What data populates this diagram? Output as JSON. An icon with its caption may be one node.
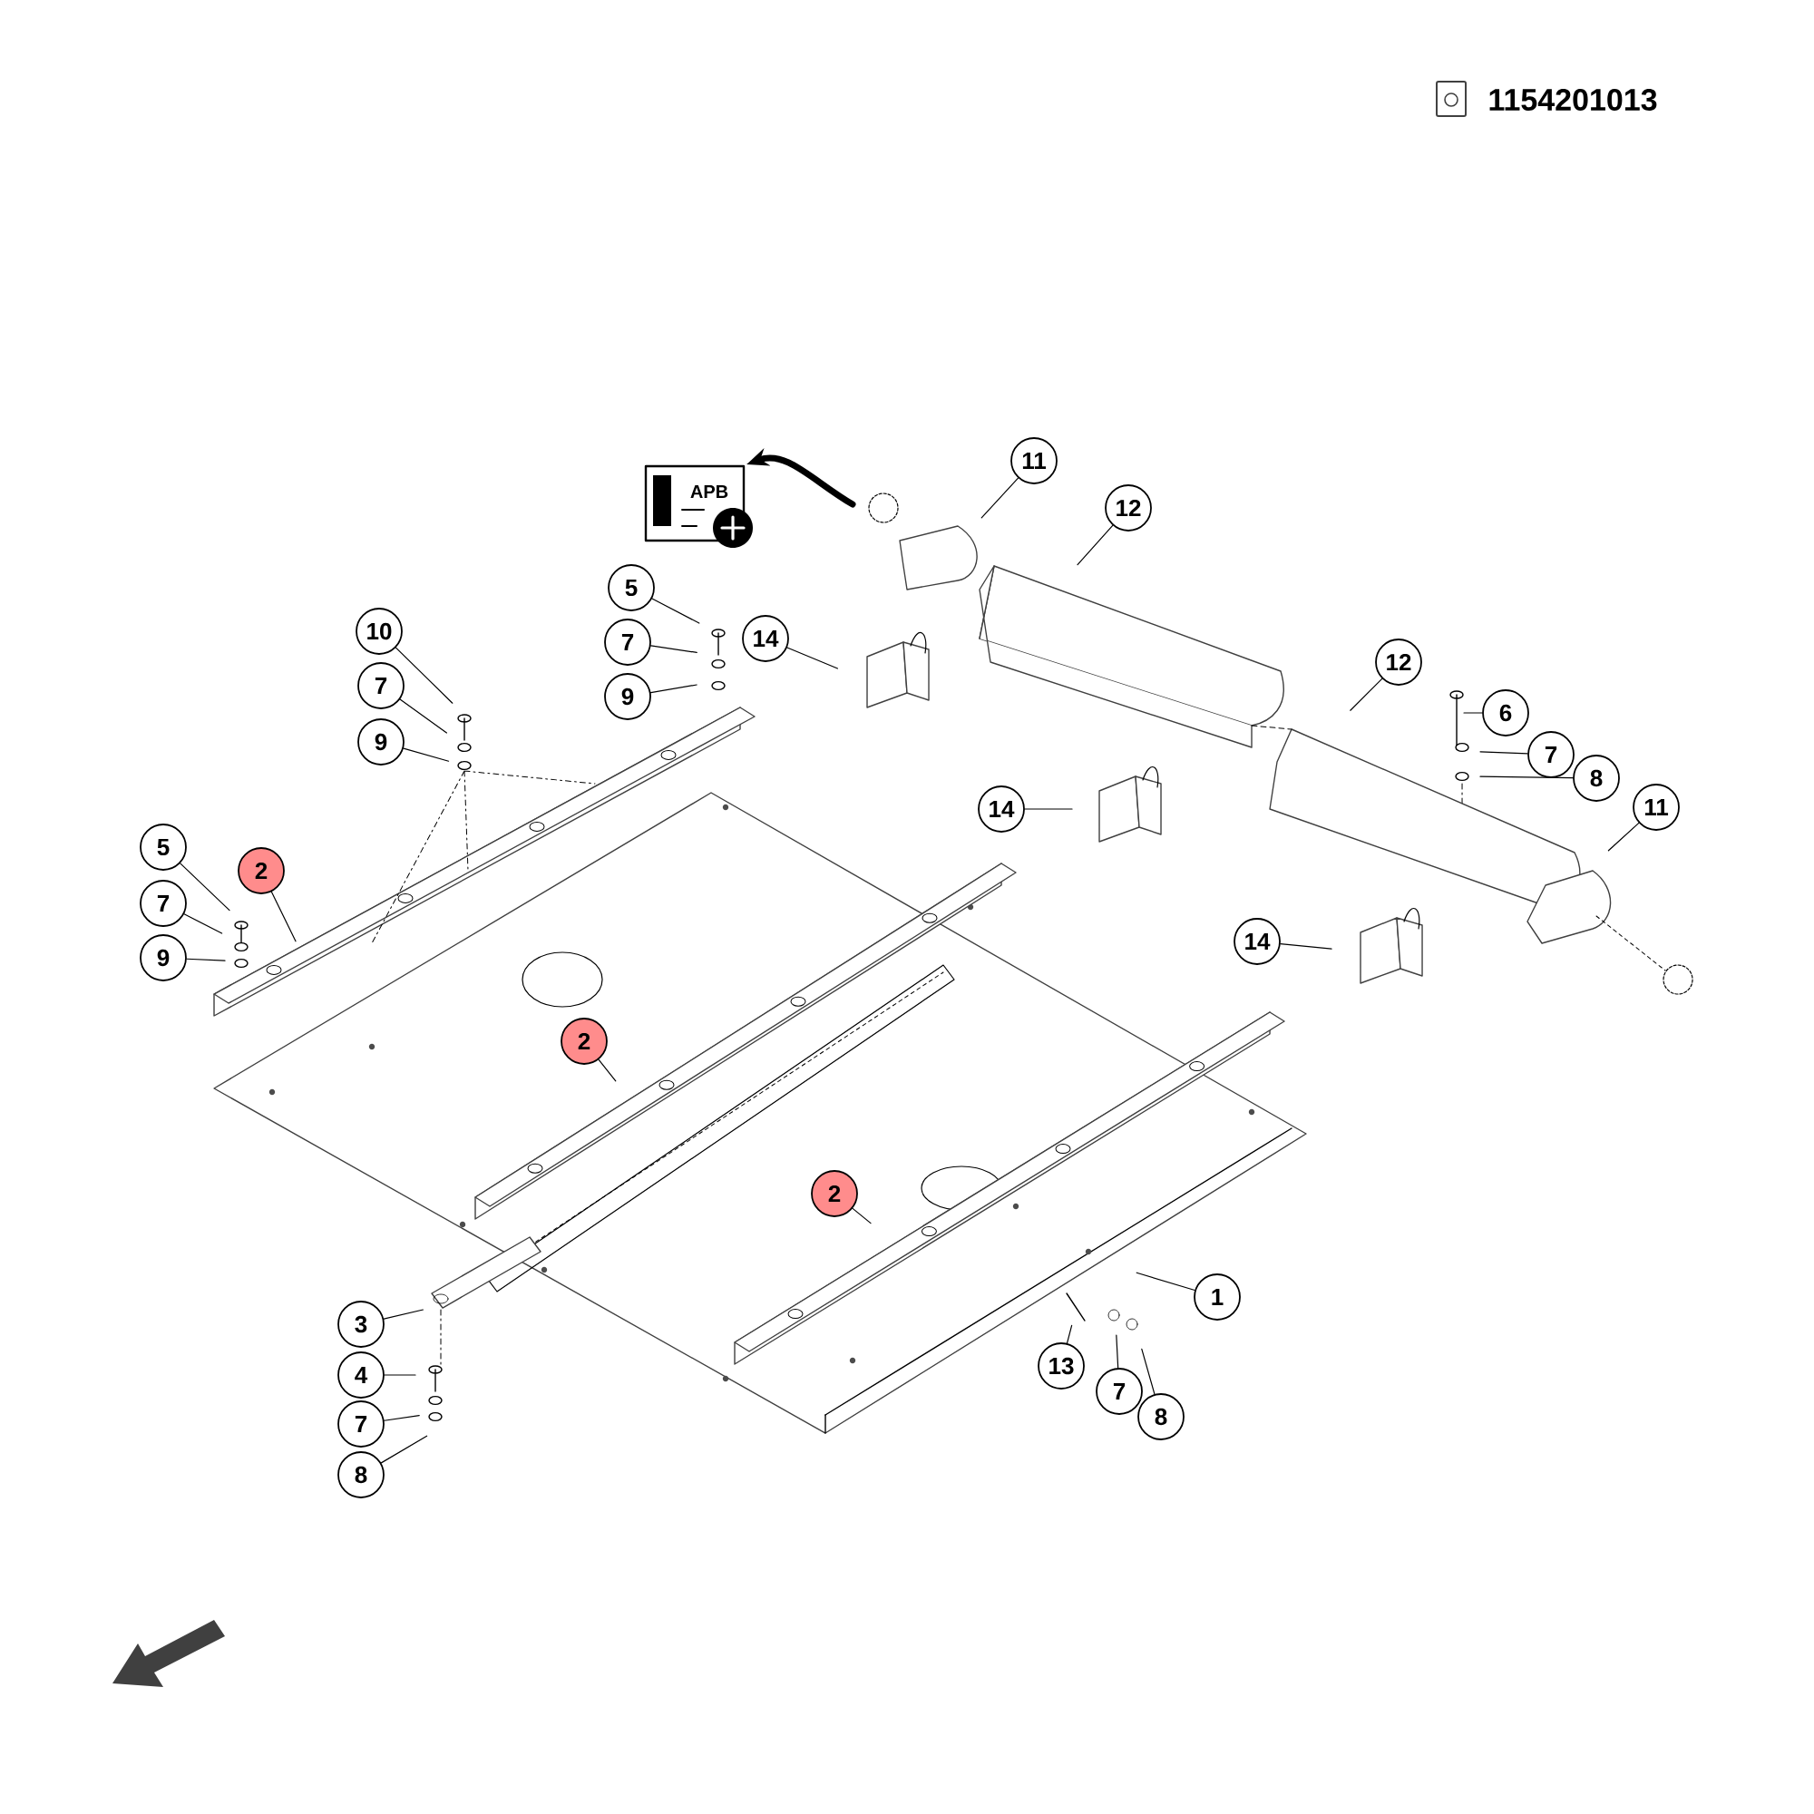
{
  "diagram": {
    "nodes": [
      {
        "text": [
          "APB"
        ]
      },
      {
        "text": [
          "11"
        ]
      },
      {
        "text": [
          "12"
        ]
      },
      {
        "text": [
          "5"
        ]
      },
      {
        "text": [
          "7"
        ]
      },
      {
        "text": [
          "9"
        ]
      },
      {
        "text": [
          "14"
        ]
      },
      {
        "text": [
          "10"
        ]
      },
      {
        "text": [
          "7"
        ]
      },
      {
        "text": [
          "9"
        ]
      },
      {
        "text": [
          "12"
        ]
      },
      {
        "text": [
          "6"
        ]
      },
      {
        "text": [
          "7"
        ]
      },
      {
        "text": [
          "8"
        ]
      },
      {
        "text": [
          "14"
        ]
      },
      {
        "text": [
          "2"
        ]
      },
      {
        "text": [
          "5"
        ]
      },
      {
        "text": [
          "11"
        ]
      },
      {
        "text": [
          "7"
        ]
      },
      {
        "text": [
          "9"
        ]
      },
      {
        "text": [
          "14"
        ]
      },
      {
        "text": [
          "2"
        ]
      },
      {
        "text": [
          "2"
        ]
      },
      {
        "text": [
          "1"
        ]
      },
      {
        "text": [
          "3"
        ]
      },
      {
        "text": [
          "4"
        ]
      },
      {
        "text": [
          "13"
        ]
      },
      {
        "text": [
          "7"
        ]
      },
      {
        "text": [
          "7"
        ]
      },
      {
        "text": [
          "8"
        ]
      },
      {
        "text": [
          "8"
        ]
      }
    ],
    "edges": [
      {
        "from": null,
        "to": 0,
        "arrow": "to",
        "style": "thick"
      },
      {
        "from": 1,
        "to": null,
        "arrow": "none"
      },
      {
        "from": 2,
        "to": null,
        "arrow": "none"
      },
      {
        "from": 3,
        "to": null,
        "arrow": "none"
      },
      {
        "from": 4,
        "to": null,
        "arrow": "none"
      },
      {
        "from": 5,
        "to": null,
        "arrow": "none"
      },
      {
        "from": 6,
        "to": null,
        "arrow": "none"
      },
      {
        "from": 7,
        "to": null,
        "arrow": "none"
      },
      {
        "from": 8,
        "to": null,
        "arrow": "none"
      },
      {
        "from": 9,
        "to": null,
        "arrow": "none"
      },
      {
        "from": 10,
        "to": null,
        "arrow": "none"
      },
      {
        "from": 11,
        "to": null,
        "arrow": "none"
      },
      {
        "from": 12,
        "to": null,
        "arrow": "none"
      },
      {
        "from": 13,
        "to": null,
        "arrow": "none"
      },
      {
        "from": 14,
        "to": null,
        "arrow": "none"
      },
      {
        "from": 15,
        "to": null,
        "arrow": "none"
      },
      {
        "from": 16,
        "to": null,
        "arrow": "none"
      },
      {
        "from": 17,
        "to": null,
        "arrow": "none"
      },
      {
        "from": 18,
        "to": null,
        "arrow": "none"
      },
      {
        "from": 19,
        "to": null,
        "arrow": "none"
      },
      {
        "from": 20,
        "to": null,
        "arrow": "none"
      },
      {
        "from": 21,
        "to": null,
        "arrow": "none"
      },
      {
        "from": 22,
        "to": null,
        "arrow": "none"
      },
      {
        "from": 23,
        "to": null,
        "arrow": "none"
      },
      {
        "from": 24,
        "to": null,
        "arrow": "none"
      },
      {
        "from": 25,
        "to": null,
        "arrow": "none"
      },
      {
        "from": 26,
        "to": null,
        "arrow": "none"
      },
      {
        "from": 27,
        "to": null,
        "arrow": "none"
      },
      {
        "from": 28,
        "to": null,
        "arrow": "none"
      },
      {
        "from": 29,
        "to": null,
        "arrow": "none"
      },
      {
        "from": 30,
        "to": null,
        "arrow": "none"
      }
    ],
    "labels": [
      "1154201013"
    ]
  }
}
